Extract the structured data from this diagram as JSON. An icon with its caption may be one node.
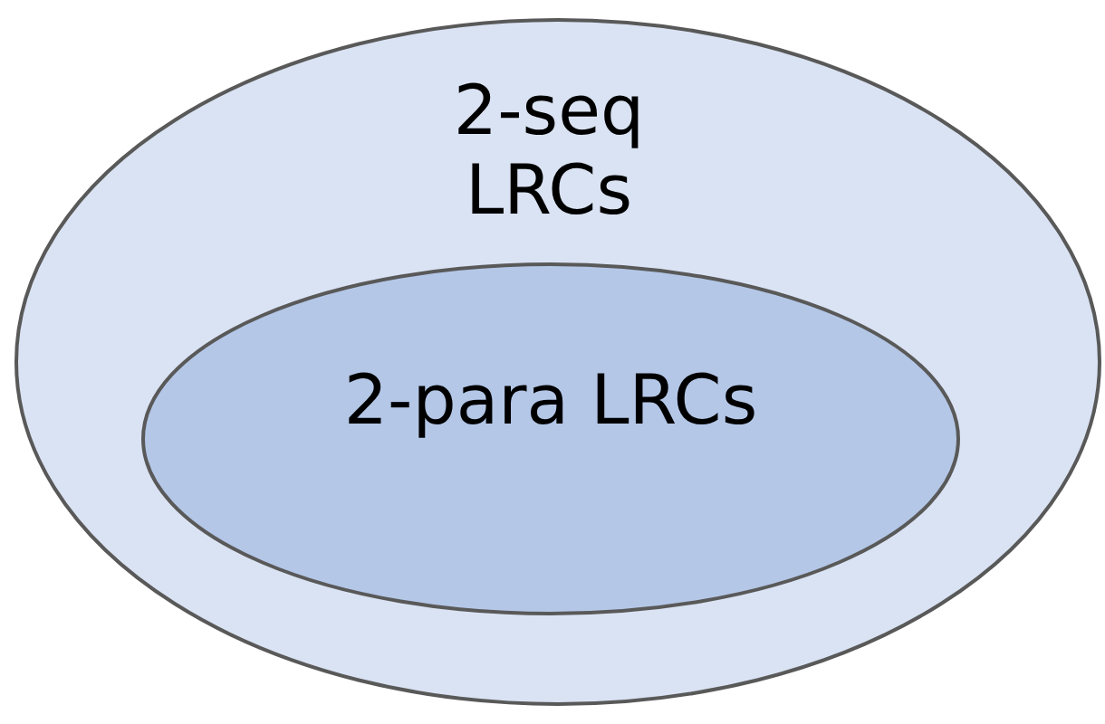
{
  "diagram": {
    "nodes": [
      {
        "text": [
          "2-seq LRCs"
        ]
      },
      {
        "text": [
          "2-para LRCs"
        ],
        "in": 0
      }
    ]
  }
}
